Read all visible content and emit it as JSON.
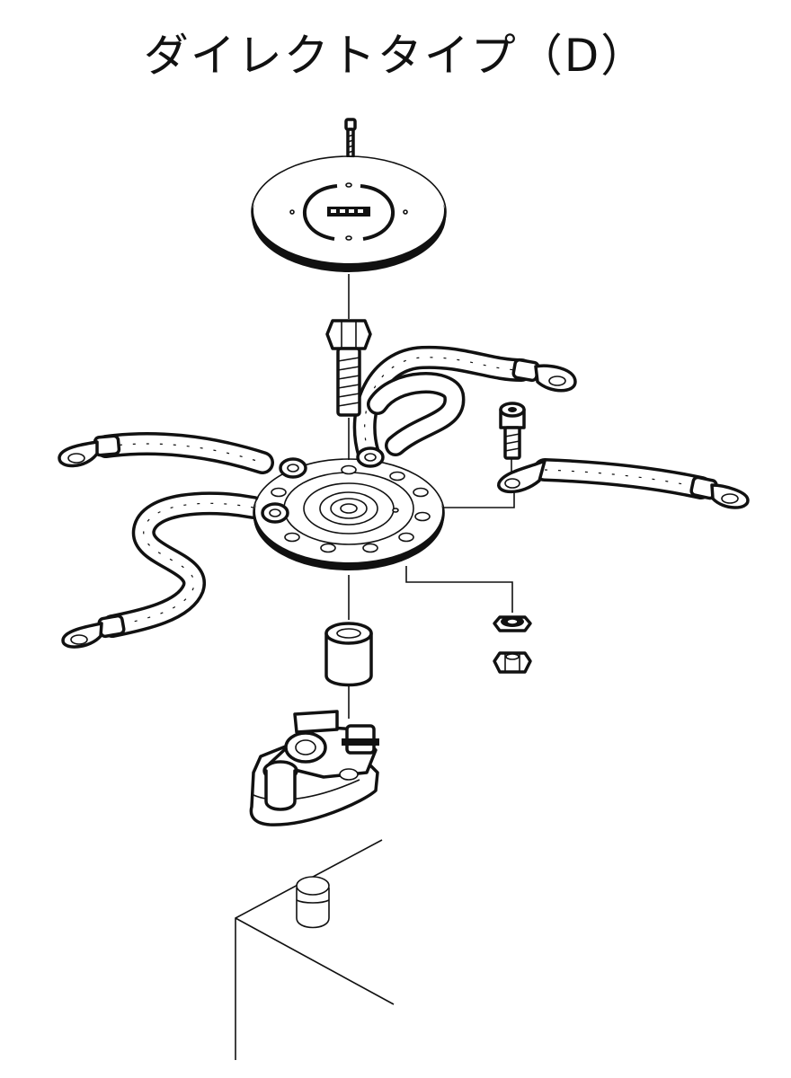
{
  "title": "ダイレクトタイプ（D）",
  "components": [
    {
      "id": "cover-screw",
      "icon": "screw-icon"
    },
    {
      "id": "cover-plate",
      "icon": "disc-cover-icon"
    },
    {
      "id": "center-bolt",
      "icon": "hex-bolt-icon"
    },
    {
      "id": "distribution-ring",
      "icon": "terminal-ring-icon"
    },
    {
      "id": "cables",
      "count": 4,
      "icon": "ring-terminal-cable-icon"
    },
    {
      "id": "socket-bolt",
      "icon": "socket-cap-bolt-icon"
    },
    {
      "id": "lock-washer",
      "icon": "lock-washer-icon"
    },
    {
      "id": "hex-nut",
      "icon": "hex-nut-icon"
    },
    {
      "id": "spacer",
      "icon": "spacer-sleeve-icon"
    },
    {
      "id": "battery-clamp",
      "icon": "battery-clamp-icon"
    },
    {
      "id": "battery-post",
      "icon": "battery-post-icon"
    }
  ],
  "colors": {
    "line": "#111111",
    "background": "#ffffff"
  }
}
